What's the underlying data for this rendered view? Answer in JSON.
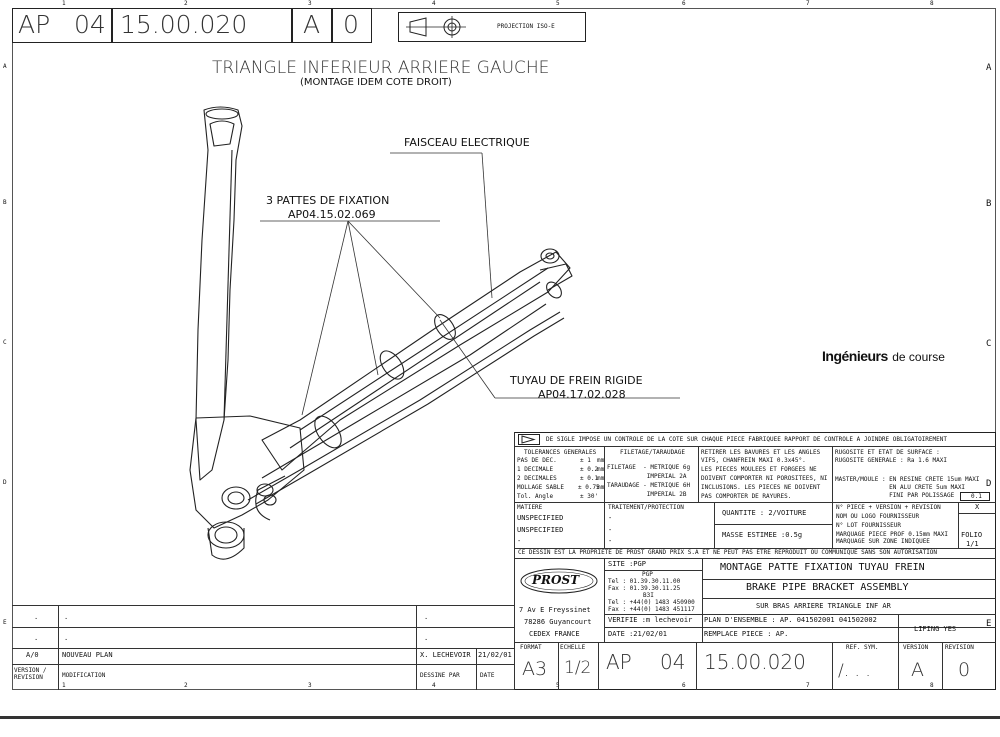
{
  "title_block_top": {
    "prefix": "AP",
    "group": "04",
    "number": "15.00.020",
    "version": "A",
    "revision": "0",
    "projection": "PROJECTION ISO-E"
  },
  "grid": {
    "top_numbers": [
      "1",
      "2",
      "3",
      "4",
      "5",
      "6",
      "7",
      "8"
    ],
    "bottom_numbers": [
      "1",
      "2",
      "3",
      "4",
      "5",
      "6",
      "7",
      "8"
    ],
    "left_letters": [
      "A",
      "B",
      "C",
      "D",
      "E"
    ],
    "right_letters": [
      "A",
      "B",
      "C",
      "D",
      "E"
    ]
  },
  "drawing": {
    "title": "TRIANGLE INFERIEUR ARRIERE GAUCHE",
    "subtitle": "(MONTAGE IDEM COTE DROIT)",
    "label_harness": "FAISCEAU ELECTRIQUE",
    "label_brackets_line1": "3 PATTES DE FIXATION",
    "label_brackets_line2": "AP04.15.02.069",
    "label_pipe_line1": "TUYAU DE FREIN RIGIDE",
    "label_pipe_line2": "AP04.17.02.028",
    "stamp_bold": "Ingénieurs",
    "stamp_rest": "de course"
  },
  "notes": {
    "sigle": "DE SIGLE IMPOSE UN CONTROLE DE LA COTE SUR CHAQUE PIECE FABRIQUEE RAPPORT DE CONTROLE A JOINDRE OBLIGATOIREMENT",
    "tolerances_title": "TOLERANCES GENERALES",
    "tolerances": [
      {
        "label": "PAS DE DEC.",
        "value": "± 1",
        "unit": "mm"
      },
      {
        "label": "1 DECIMALE",
        "value": "± 0.2",
        "unit": "mm"
      },
      {
        "label": "2 DECIMALES",
        "value": "± 0.1",
        "unit": "mm"
      },
      {
        "label": "MOLLAGE SABLE",
        "value": "± 0.75",
        "unit": "mm"
      },
      {
        "label": "Tol. Angle",
        "value": "± 30'",
        "unit": ""
      }
    ],
    "filetage_title": "FILETAGE/TARAUDAGE",
    "filetage": [
      "FILETAGE  - METRIQUE 6g",
      "           IMPERIAL 2A",
      "TARAUDAGE - METRIQUE 6H",
      "           IMPERIAL 2B"
    ],
    "retirer": [
      "RETIRER LES BAVURES ET LES ANGLES",
      "VIFS, CHANFREIN MAXI 0.3x45°.",
      "LES PIECES MOULEES ET FORGEES NE",
      "DOIVENT COMPORTER NI POROSITEES, NI",
      "INCLUSIONS. LES PIECES NE DOIVENT",
      "PAS COMPORTER DE RAYURES."
    ],
    "rugosite": [
      "RUGOSITE ET ETAT DE SURFACE :",
      "RUGOSITE GENERALE : Ra 1.6 MAXI",
      "",
      "MASTER/MOULE : EN RESINE CRETE 15um MAXI",
      "               EN ALU CRETE 5um MAXI",
      "               FINI PAR POLISSAGE"
    ],
    "rugosite_box": "0.1"
  },
  "material": {
    "matiere_label": "MATIERE",
    "matiere_value1": "UNSPECIFIED",
    "matiere_value2": "UNSPECIFIED",
    "matiere_value3": "-",
    "traitement_label": "TRAITEMENT/PROTECTION",
    "traitement_values": [
      "-",
      "-",
      "-"
    ],
    "quantite": "QUANTITE : 2/VOITURE",
    "masse": "MASSE ESTIMEE :0.5g",
    "marking": [
      "N° PIECE + VERSION + REVISION",
      "NOM OU LOGO FOURNISSEUR",
      "N° LOT FOURNISSEUR",
      "MARQUAGE PIECE PROF 0.15mm MAXI",
      "MARQUAGE SUR ZONE INDIQUEE"
    ],
    "marking_x": "X",
    "folio_label": "FOLIO",
    "folio_value": "1/1"
  },
  "property": "CE DESSIN EST LA PROPRIETE DE PROST GRAND PRIX S.A ET NE PEUT PAS ETRE REPRODUIT OU COMMUNIQUE SANS SON AUTORISATION",
  "company": {
    "logo": "PROST",
    "address": [
      "7 Av E Freyssinet",
      "78286 Guyancourt",
      "CEDEX FRANCE"
    ],
    "site_label": "SITE :PGP",
    "site_lines": [
      "PGP",
      "Tel : 01.39.30.11.00",
      "Fax : 01.39.30.11.25",
      "B3I",
      "Tel : +44(0) 1483 450900",
      "Fax : +44(0) 1483 451117"
    ],
    "verifie": "VERIFIE :m lechevoir",
    "date": "DATE :21/02/01"
  },
  "titles": {
    "fr": "MONTAGE PATTE FIXATION TUYAU FREIN",
    "en": "BRAKE PIPE BRACKET ASSEMBLY",
    "sub": "SUR BRAS ARRIERE TRIANGLE INF AR",
    "plan": "PLAN D'ENSEMBLE : AP. 041502001 041502002",
    "lifing": "LIFING YES",
    "remplace": "REMPLACE PIECE : AP."
  },
  "revisions": {
    "rows": [
      {
        "rev": "A/0",
        "modification": "NOUVEAU PLAN",
        "dessine": "X. LECHEVOIR",
        "date": "21/02/01"
      }
    ],
    "blank_marks": [
      ".",
      ".",
      ".",
      ".",
      ".",
      "."
    ],
    "version_label": "VERSION / REVISION",
    "modification_label": "MODIFICATION",
    "dessine_label": "DESSINE PAR",
    "date_label": "DATE"
  },
  "bottom_block": {
    "format_label": "FORMAT",
    "format_value": "A3",
    "echelle_label": "ECHELLE",
    "echelle_value": "1/2",
    "prefix": "AP",
    "group": "04",
    "number": "15.00.020",
    "ref_label": "REF. SYM.",
    "ref_value": "/. . .",
    "version_label": "VERSION",
    "version_value": "A",
    "revision_label": "REVISION",
    "revision_value": "0"
  }
}
